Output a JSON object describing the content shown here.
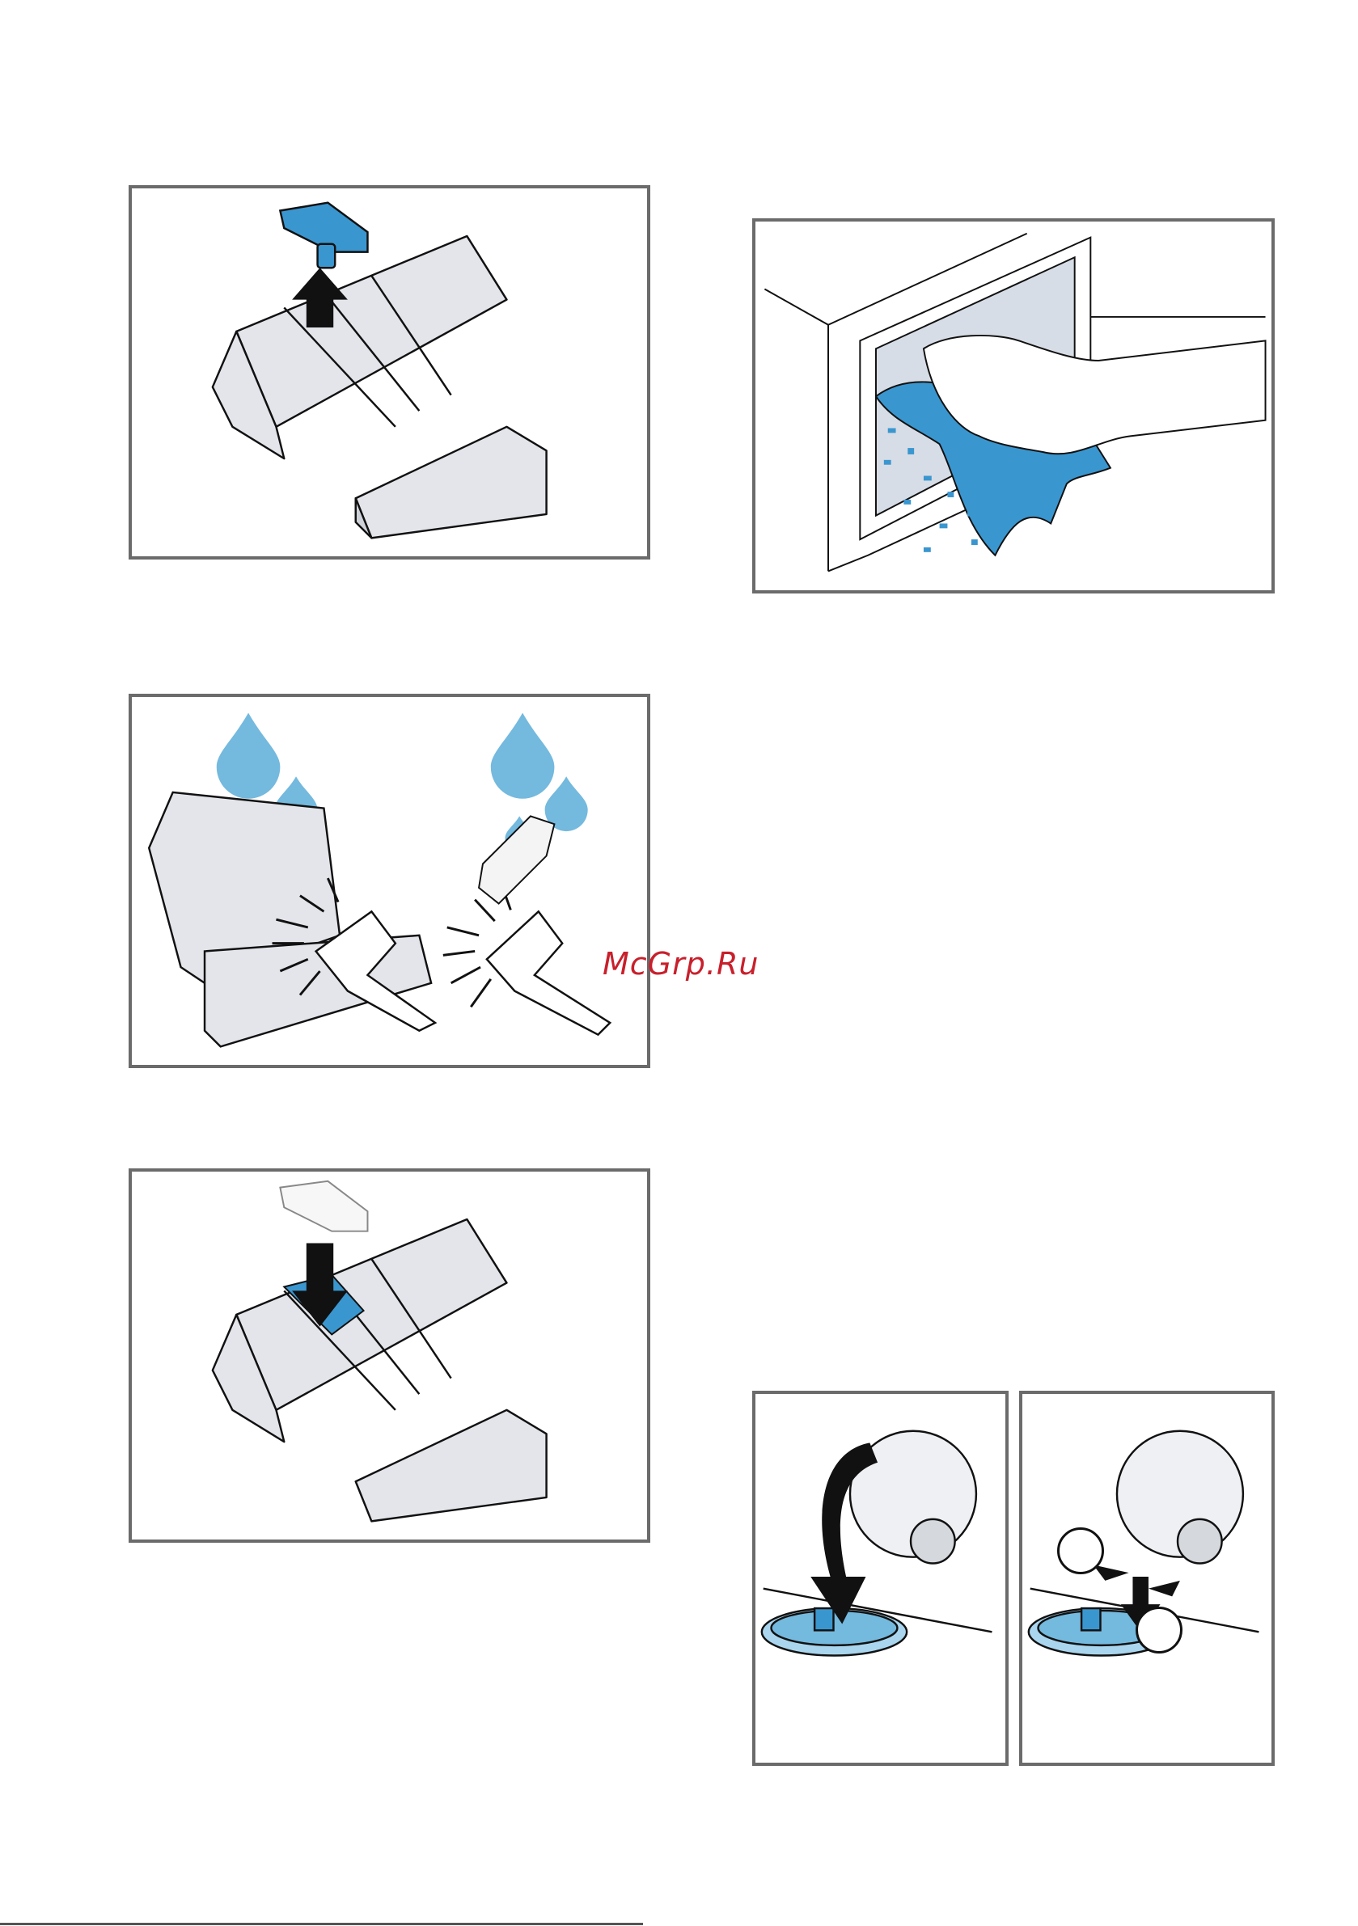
{
  "watermark": {
    "text": "McGrp.Ru",
    "color": "#c8202c"
  },
  "colors": {
    "accent_blue": "#3a96cf",
    "water_blue": "#74b9de",
    "light_blue": "#a9d6ee",
    "drawer_grey": "#e3e5ea",
    "line": "#111111"
  },
  "figures": [
    {
      "id": "remove-insert",
      "icons": [
        "drawer-icon",
        "insert-icon",
        "arrow-up-icon"
      ]
    },
    {
      "id": "clean-with-brush",
      "icons": [
        "water-drop-icon",
        "brush-icon"
      ]
    },
    {
      "id": "refit-insert",
      "icons": [
        "drawer-icon",
        "insert-icon",
        "arrow-down-icon"
      ]
    },
    {
      "id": "wipe-dispenser-housing",
      "icons": [
        "hand-icon",
        "cloth-icon"
      ]
    },
    {
      "id": "open-cover",
      "icons": [
        "pump-cover-icon",
        "curved-arrow-icon"
      ]
    },
    {
      "id": "remove-cover",
      "icons": [
        "pump-cover-icon",
        "arrow-down-icon"
      ],
      "markers": [
        "",
        ""
      ]
    }
  ]
}
